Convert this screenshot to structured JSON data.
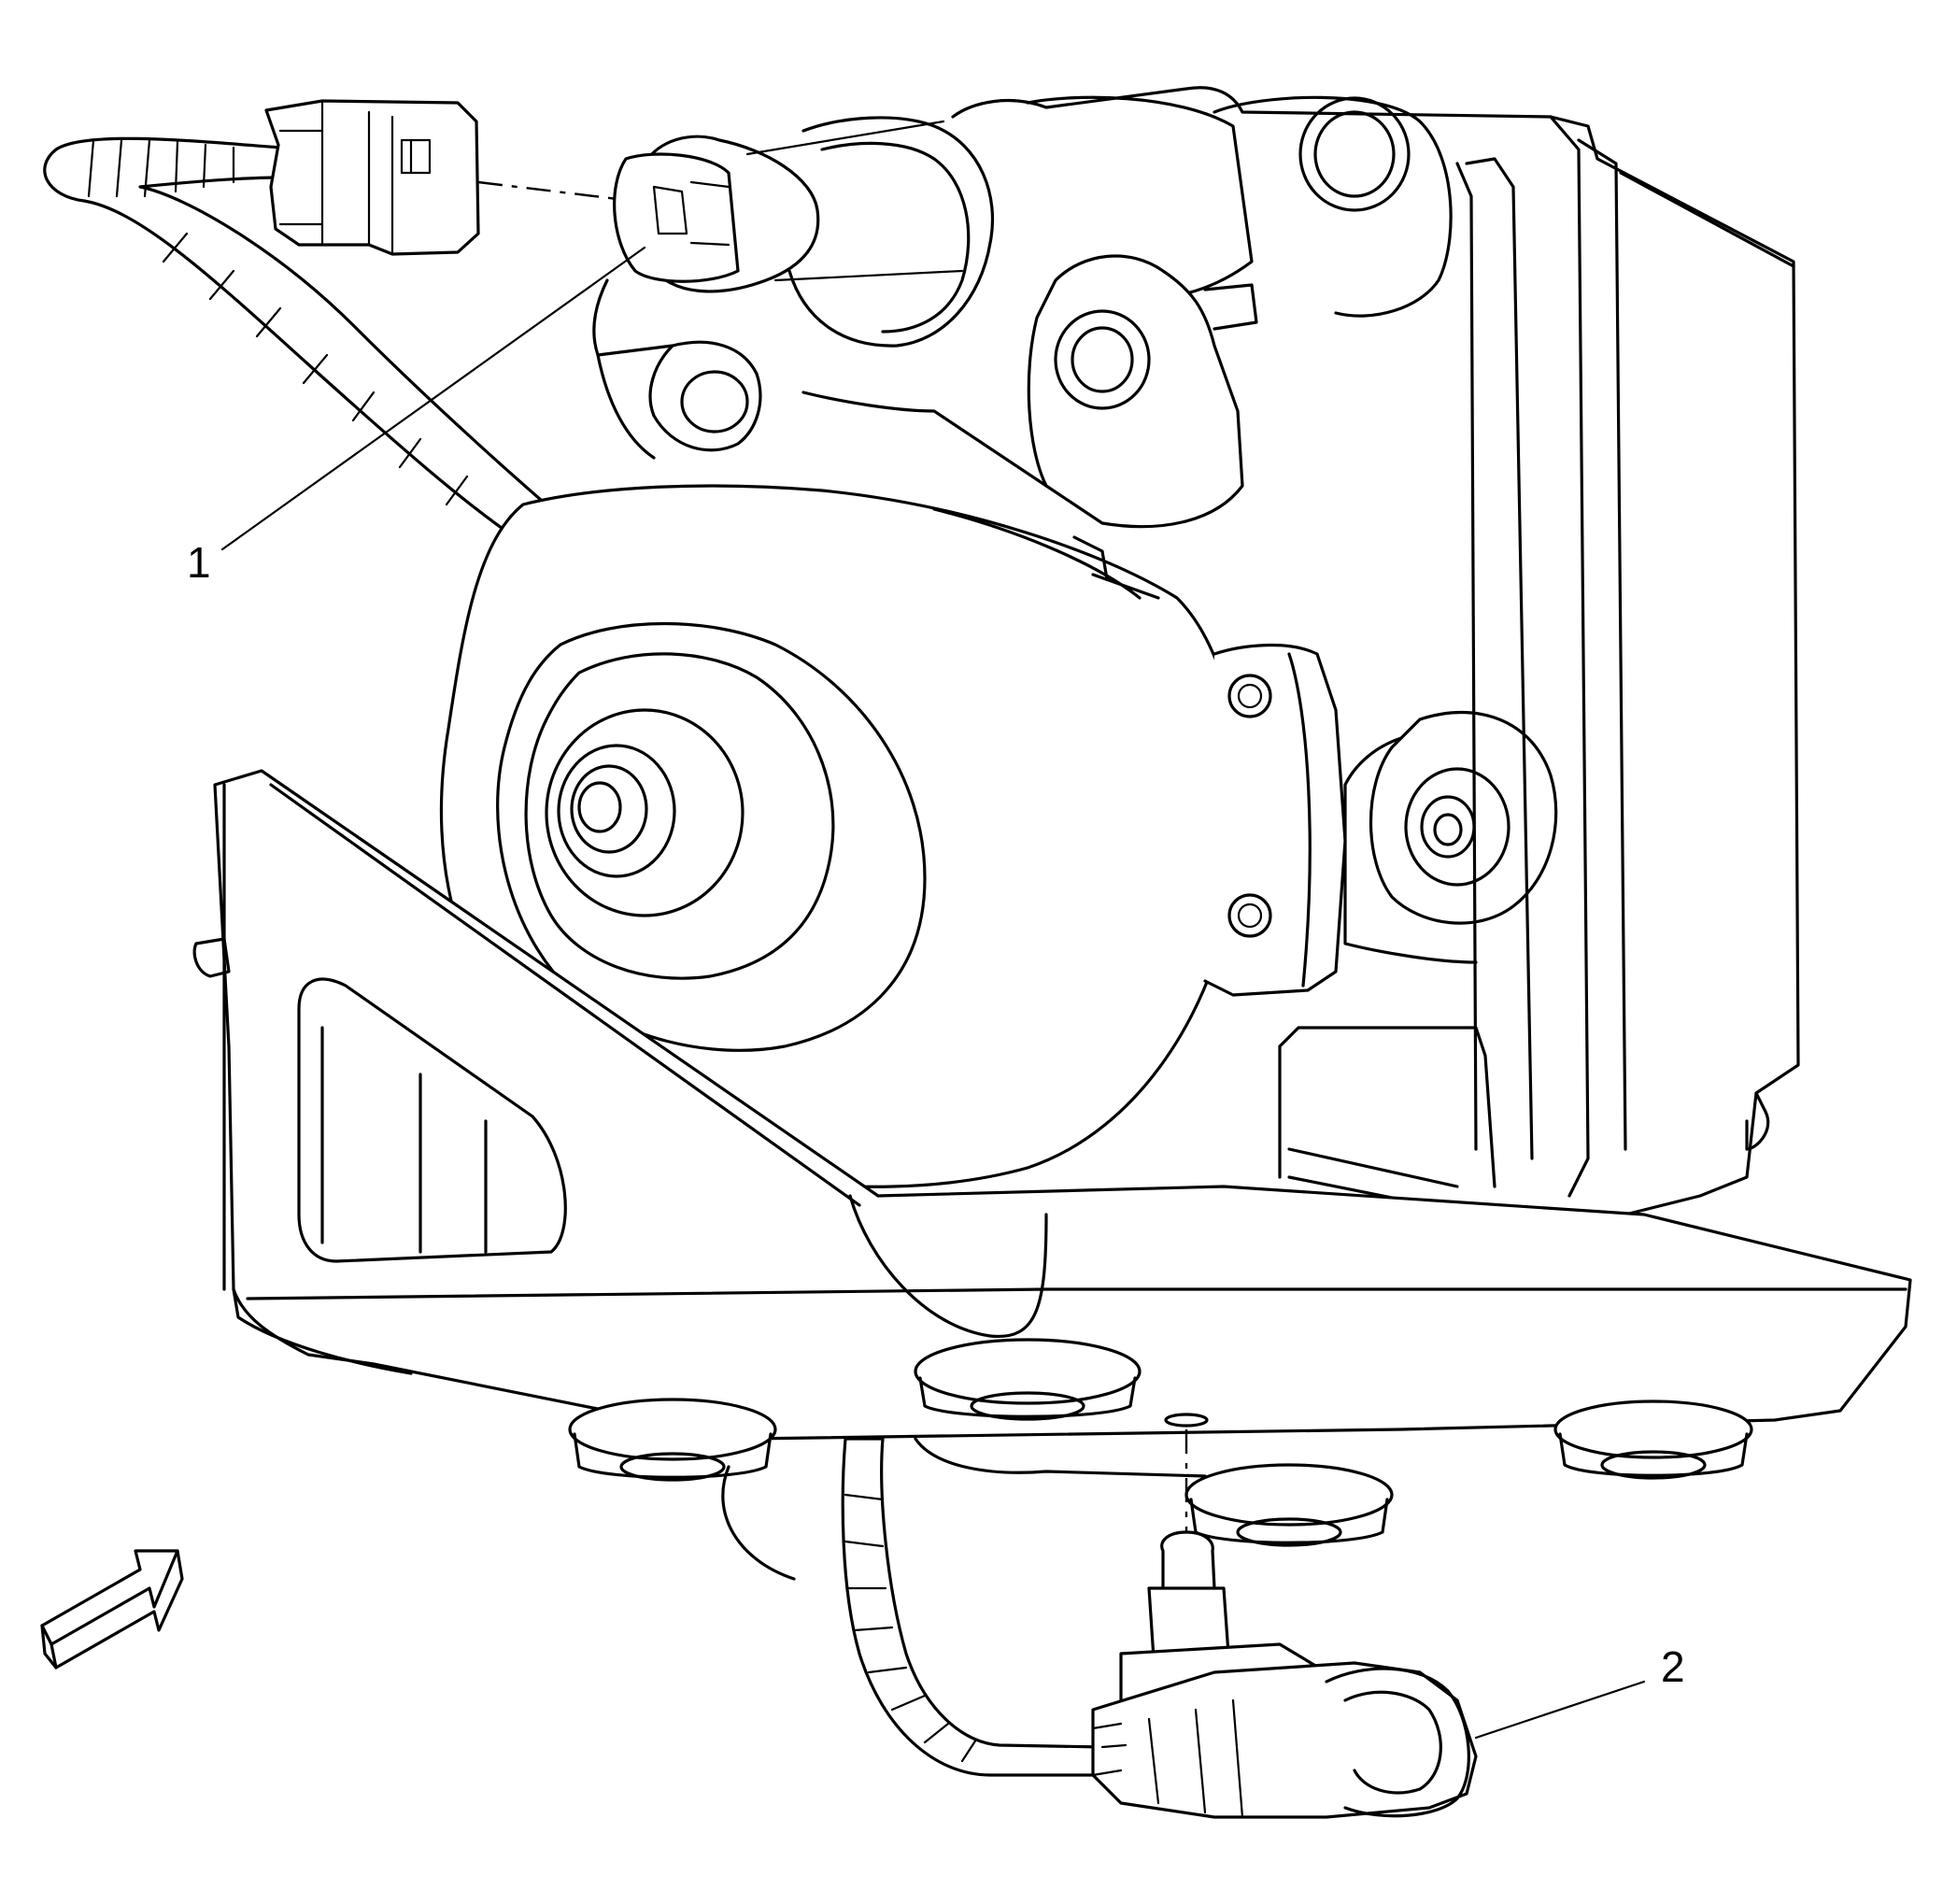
{
  "diagram": {
    "callouts": [
      {
        "id": "1",
        "label": "1"
      },
      {
        "id": "2",
        "label": "2"
      }
    ],
    "view_arrow_icon": "direction-arrow-icon",
    "line_color": "#000000",
    "background": "#ffffff"
  }
}
